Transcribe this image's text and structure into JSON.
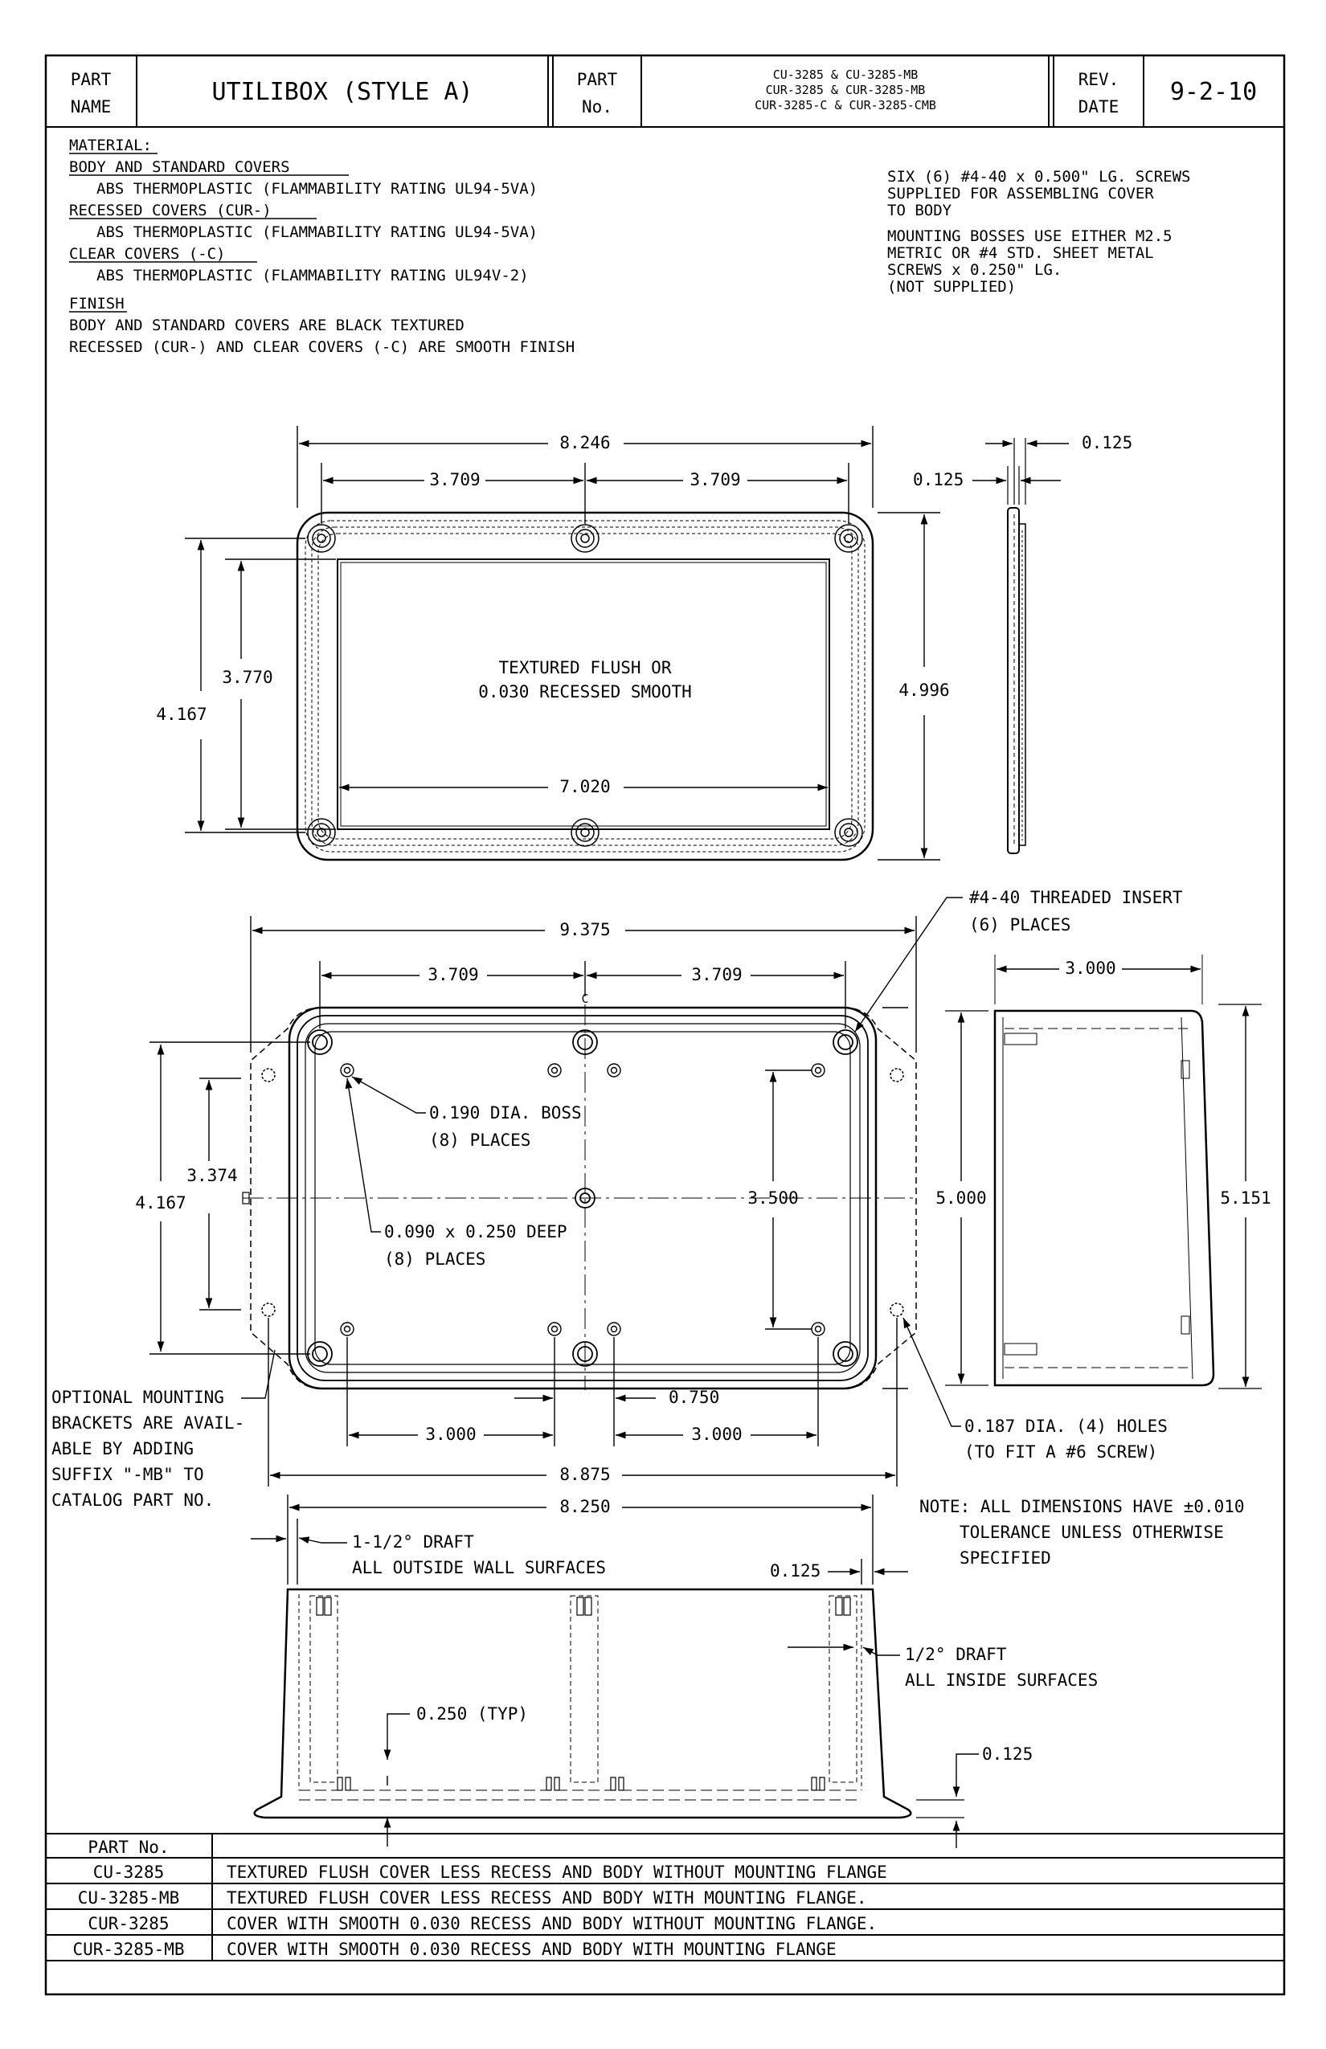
{
  "title_block": {
    "part_name_label_1": "PART",
    "part_name_label_2": "NAME",
    "part_name": "UTILIBOX (STYLE A)",
    "part_no_label_1": "PART",
    "part_no_label_2": "No.",
    "part_numbers": [
      "CU-3285 & CU-3285-MB",
      "CUR-3285 & CUR-3285-MB",
      "CUR-3285-C & CUR-3285-CMB"
    ],
    "rev_label_1": "REV.",
    "rev_label_2": "DATE",
    "rev_date": "9-2-10"
  },
  "material": {
    "heading": "MATERIAL:",
    "lines": [
      "BODY AND STANDARD COVERS",
      "ABS THERMOPLASTIC (FLAMMABILITY RATING UL94-5VA)",
      "RECESSED COVERS (CUR-)",
      "ABS THERMOPLASTIC (FLAMMABILITY RATING UL94-5VA)",
      "CLEAR COVERS (-C)",
      "ABS THERMOPLASTIC (FLAMMABILITY RATING UL94V-2)"
    ]
  },
  "finish": {
    "heading": "FINISH",
    "lines": [
      "BODY AND STANDARD COVERS ARE BLACK TEXTURED",
      "RECESSED (CUR-) AND CLEAR COVERS (-C) ARE SMOOTH FINISH"
    ]
  },
  "notes_right": {
    "screws": [
      "SIX (6) #4-40 x 0.500\" LG. SCREWS",
      "SUPPLIED FOR ASSEMBLING COVER",
      "TO BODY"
    ],
    "bosses": [
      "MOUNTING BOSSES USE EITHER M2.5",
      "METRIC OR #4 STD. SHEET METAL",
      "SCREWS x 0.250\" LG.",
      "(NOT SUPPLIED)"
    ]
  },
  "cover_view": {
    "overall_width": "8.246",
    "left_spacing": "3.709",
    "right_spacing": "3.709",
    "panel_text": [
      "TEXTURED FLUSH OR",
      "0.030 RECESSED SMOOTH"
    ],
    "inner_width": "7.020",
    "inner_height": "3.770",
    "outer_height_left": "4.167",
    "outer_height_right": "4.996",
    "side_thickness_a": "0.125",
    "side_thickness_b": "0.125"
  },
  "body_top_view": {
    "flange_width": "9.375",
    "left_spacing": "3.709",
    "right_spacing": "3.709",
    "centerline_mark": "C",
    "insert_note": [
      "#4-40 THREADED INSERT",
      "(6) PLACES"
    ],
    "boss_note": [
      "0.190 DIA. BOSS",
      "(8) PLACES"
    ],
    "hole_note": [
      "0.090 x 0.250 DEEP",
      "(8) PLACES"
    ],
    "inner_height": "3.374",
    "outer_height": "4.167",
    "boss_spacing_vertical": "3.500",
    "body_height": "5.000",
    "offset_center": "0.750",
    "left_offset": "3.000",
    "right_offset": "3.000",
    "mount_hole_note": [
      "0.187 DIA. (4) HOLES",
      "(TO FIT A #6 SCREW)"
    ],
    "bracket_note": [
      "OPTIONAL MOUNTING",
      "BRACKETS ARE AVAIL-",
      "ABLE BY ADDING",
      "SUFFIX \"-MB\" TO",
      "CATALOG PART NO."
    ],
    "hole_spacing": "8.875"
  },
  "body_end_view": {
    "depth": "3.000",
    "height": "5.151"
  },
  "body_side_view": {
    "width": "8.250",
    "draft_outside": [
      "1-1/2° DRAFT",
      "ALL OUTSIDE WALL SURFACES"
    ],
    "wall": "0.125",
    "draft_inside": [
      "1/2° DRAFT",
      "ALL INSIDE SURFACES"
    ],
    "boss_typ": "0.250 (TYP)",
    "floor": "0.125",
    "tolerance_note": [
      "NOTE: ALL DIMENSIONS HAVE ±0.010",
      "TOLERANCE UNLESS OTHERWISE",
      "SPECIFIED"
    ]
  },
  "parts_table": {
    "header": "PART No.",
    "rows": [
      {
        "part": "CU-3285",
        "desc": "TEXTURED FLUSH COVER LESS RECESS AND BODY WITHOUT MOUNTING FLANGE"
      },
      {
        "part": "CU-3285-MB",
        "desc": "TEXTURED FLUSH COVER LESS RECESS AND BODY WITH MOUNTING FLANGE."
      },
      {
        "part": "CUR-3285",
        "desc": "COVER WITH SMOOTH 0.030 RECESS AND BODY WITHOUT MOUNTING FLANGE."
      },
      {
        "part": "CUR-3285-MB",
        "desc": "COVER WITH SMOOTH 0.030 RECESS AND BODY WITH MOUNTING FLANGE"
      }
    ]
  }
}
